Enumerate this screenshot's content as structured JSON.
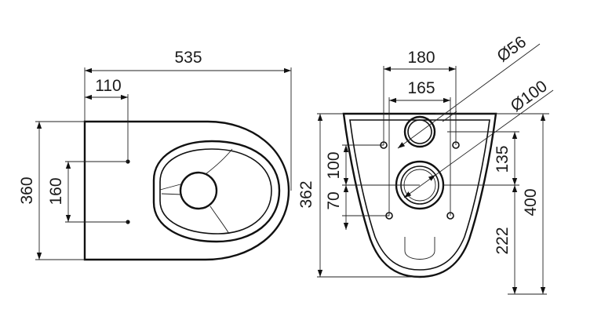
{
  "top_view": {
    "dims": {
      "overall_length": "535",
      "bolt_offset": "110",
      "overall_width": "360",
      "bolt_spacing": "160",
      "projection": "362"
    }
  },
  "front_view": {
    "dims": {
      "bolt_spacing_top": "180",
      "bolt_spacing_inner": "165",
      "inlet_diameter": "Ø56",
      "outlet_diameter": "Ø100",
      "height_100": "100",
      "height_70": "70",
      "height_135": "135",
      "height_400": "400",
      "height_222": "222"
    }
  }
}
